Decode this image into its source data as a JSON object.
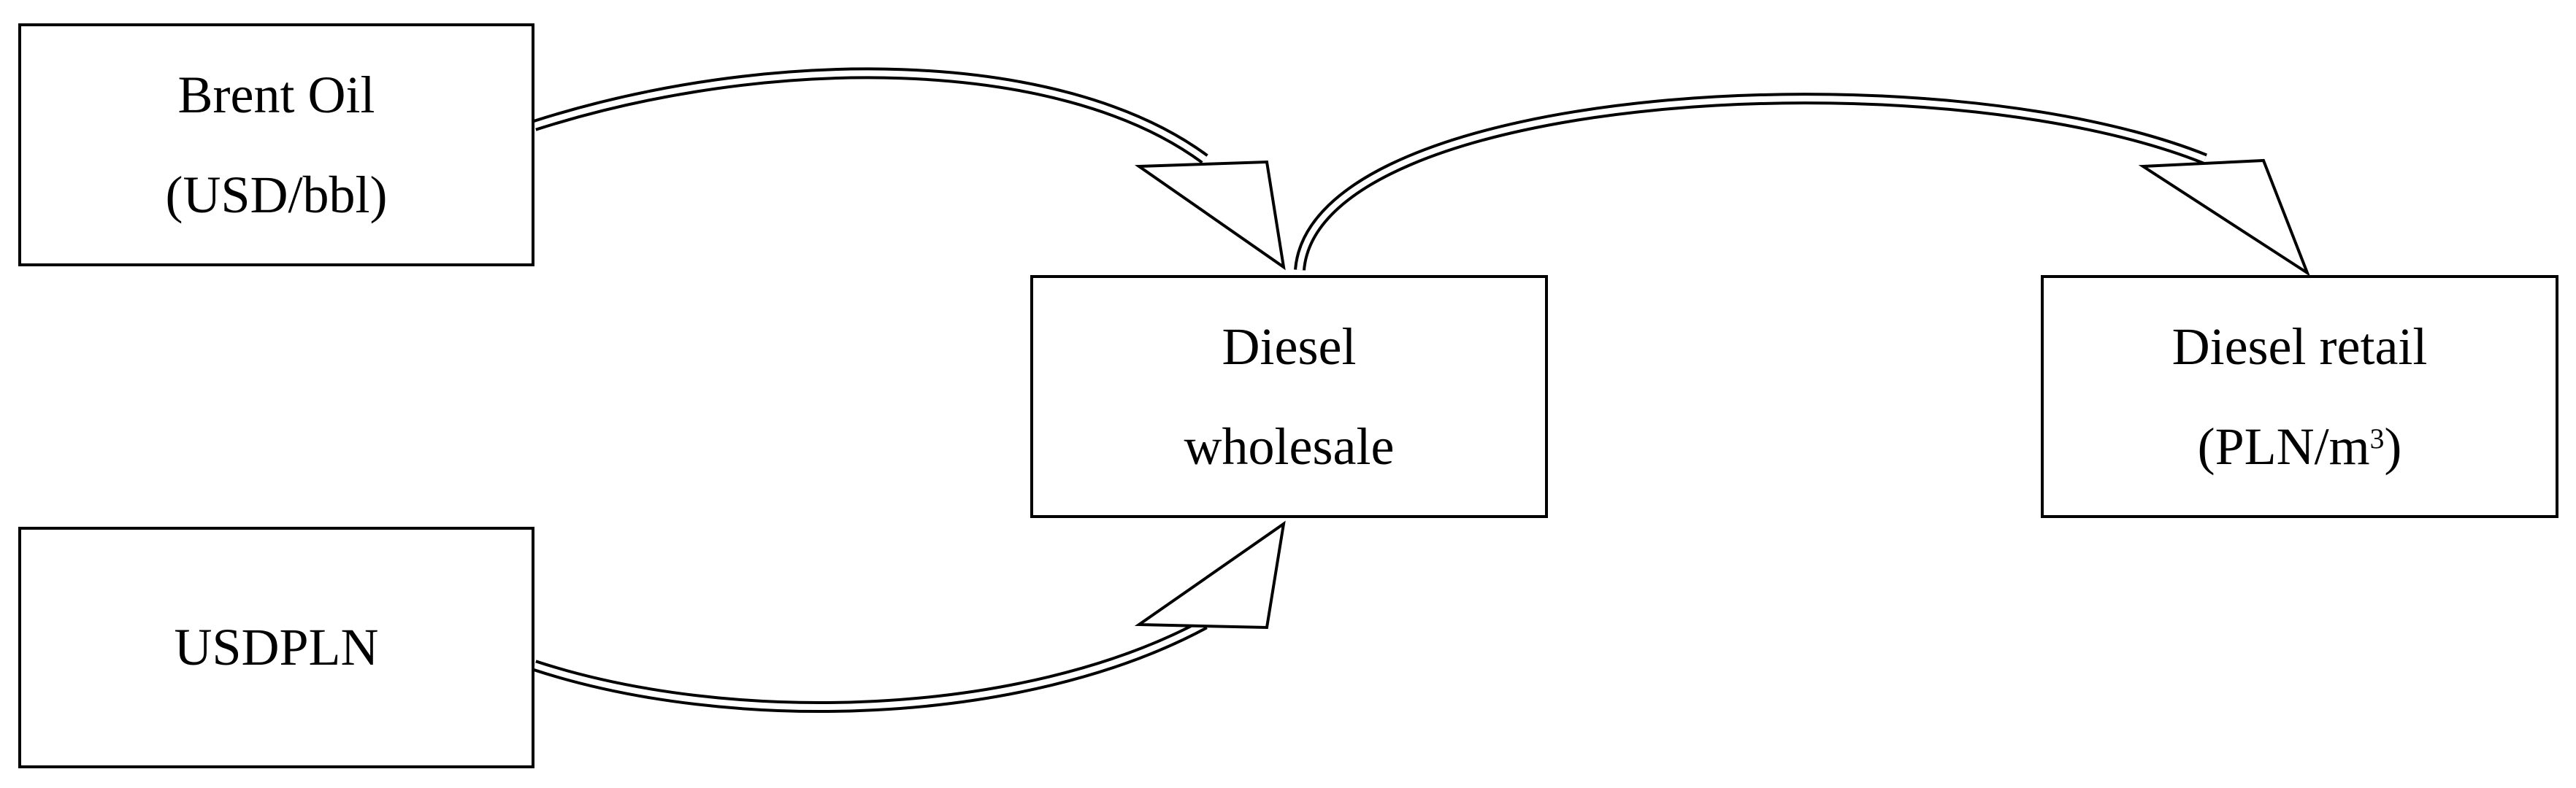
{
  "nodes": {
    "brent": {
      "line1": "Brent Oil",
      "line2": "(USD/bbl)"
    },
    "usdpln": {
      "line1": "USDPLN"
    },
    "wholesale": {
      "line1": "Diesel",
      "line2": "wholesale"
    },
    "retail": {
      "line1": "Diesel retail",
      "line2_prefix": "(PLN/m",
      "line2_sup": "3",
      "line2_suffix": ")"
    }
  },
  "edges": [
    {
      "from": "Brent Oil",
      "to": "Diesel wholesale"
    },
    {
      "from": "USDPLN",
      "to": "Diesel wholesale"
    },
    {
      "from": "Diesel wholesale",
      "to": "Diesel retail"
    }
  ]
}
